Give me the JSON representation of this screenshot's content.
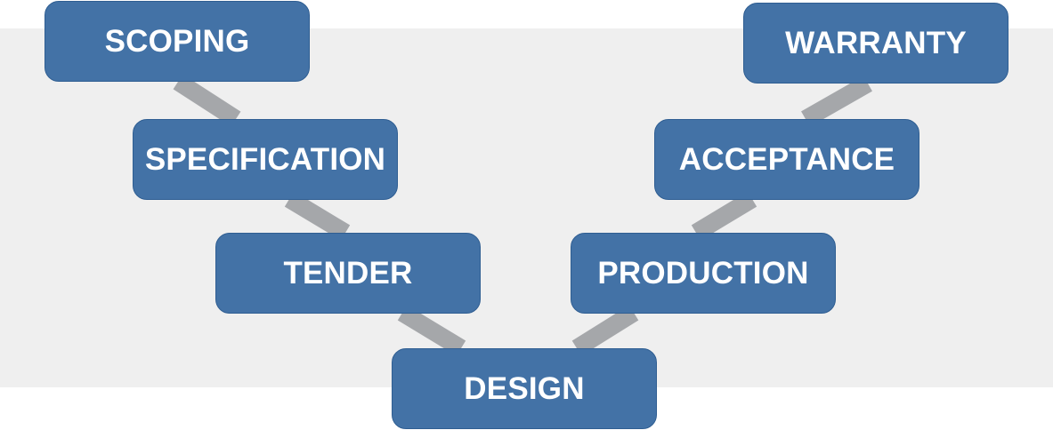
{
  "diagram": {
    "stages": {
      "scoping": "SCOPING",
      "specification": "SPECIFICATION",
      "tender": "TENDER",
      "design": "DESIGN",
      "production": "PRODUCTION",
      "acceptance": "ACCEPTANCE",
      "warranty": "WARRANTY"
    }
  },
  "colors": {
    "box_fill": "#4372a6",
    "connector": "#a5a7aa",
    "background_band": "#efefef",
    "text": "#ffffff"
  }
}
